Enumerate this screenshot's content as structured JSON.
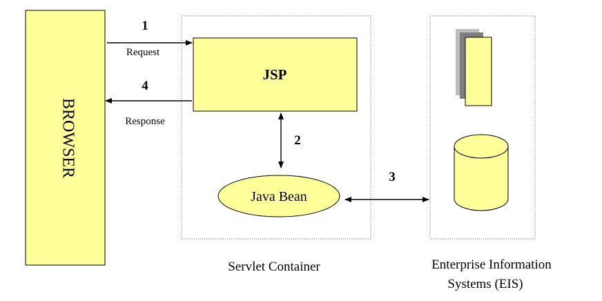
{
  "browser": {
    "label": "BROWSER"
  },
  "servlet_container": {
    "label": "Servlet Container"
  },
  "jsp": {
    "label": "JSP"
  },
  "java_bean": {
    "label": "Java Bean"
  },
  "eis": {
    "label_line1": "Enterprise Information",
    "label_line2": "Systems (EIS)"
  },
  "flows": {
    "step1": {
      "number": "1",
      "label": "Request"
    },
    "step2": {
      "number": "2"
    },
    "step3": {
      "number": "3"
    },
    "step4": {
      "number": "4",
      "label": "Response"
    }
  },
  "colors": {
    "fill": "#ffff99",
    "stroke": "#000000",
    "doc_shadow_dark": "#7f7f7f",
    "doc_shadow_light": "#bdbdbd",
    "container_border": "#555555"
  }
}
